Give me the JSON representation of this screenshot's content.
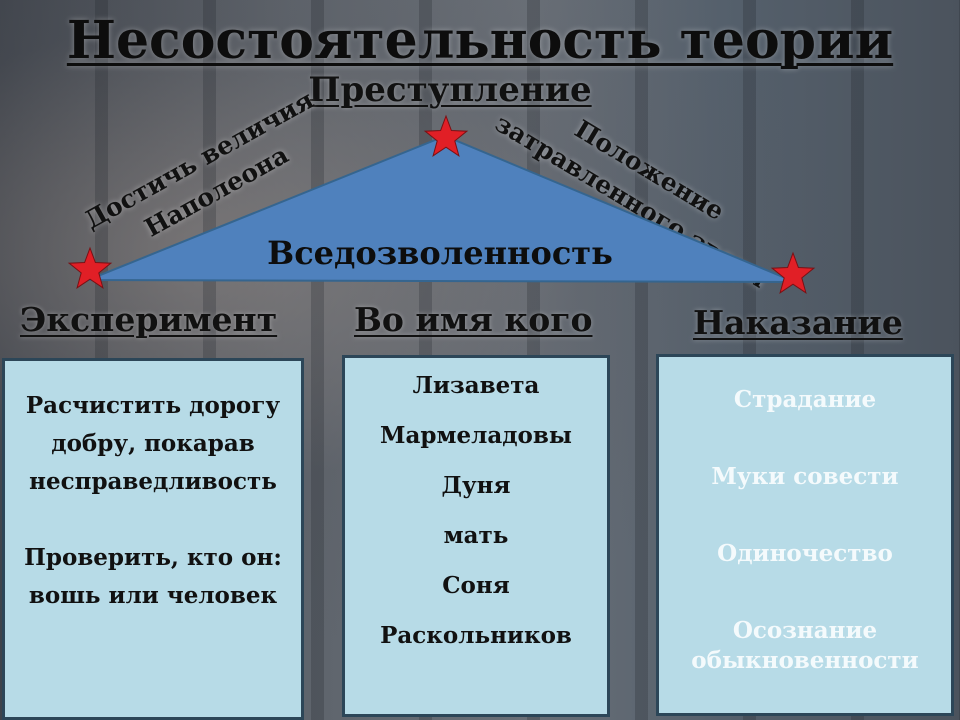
{
  "title": "Несостоятельность теории",
  "triangle": {
    "apex_label": "Преступление",
    "center_label": "Вседозволенность",
    "left_side_lines": [
      "Достичь величия",
      "Наполеона"
    ],
    "right_side_lines": [
      "Положение",
      "затравленного зверя"
    ],
    "fill_color": "#4f81bd",
    "star_color": "#e11f26"
  },
  "columns": [
    {
      "heading": "Эксперимент",
      "items": [
        "Расчистить дорогу",
        "добру, покарав",
        "несправедливость",
        "Проверить, кто он:",
        "вошь или человек"
      ]
    },
    {
      "heading": "Во имя кого",
      "items": [
        "Лизавета",
        "Мармеладовы",
        "Дуня",
        "мать",
        "Соня",
        "Раскольников"
      ]
    },
    {
      "heading": "Наказание",
      "items": [
        "Страдание",
        "Муки совести",
        "Одиночество",
        "Осознание",
        "обыкновенности"
      ]
    }
  ]
}
